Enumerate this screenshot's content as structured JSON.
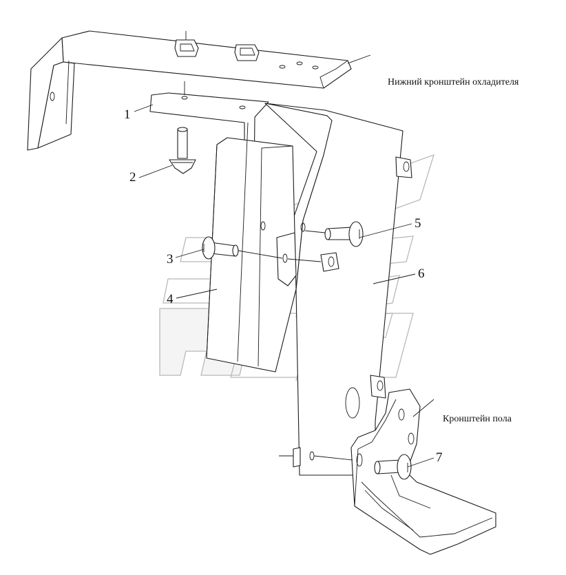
{
  "labels": {
    "lower_bracket": "Нижний кронштейн охладителя",
    "floor_bracket": "Кронштейн пола"
  },
  "callouts": [
    {
      "id": "1",
      "text": "1"
    },
    {
      "id": "2",
      "text": "2"
    },
    {
      "id": "3",
      "text": "3"
    },
    {
      "id": "4",
      "text": "4"
    },
    {
      "id": "5",
      "text": "5"
    },
    {
      "id": "6",
      "text": "6"
    },
    {
      "id": "7",
      "text": "7"
    }
  ]
}
